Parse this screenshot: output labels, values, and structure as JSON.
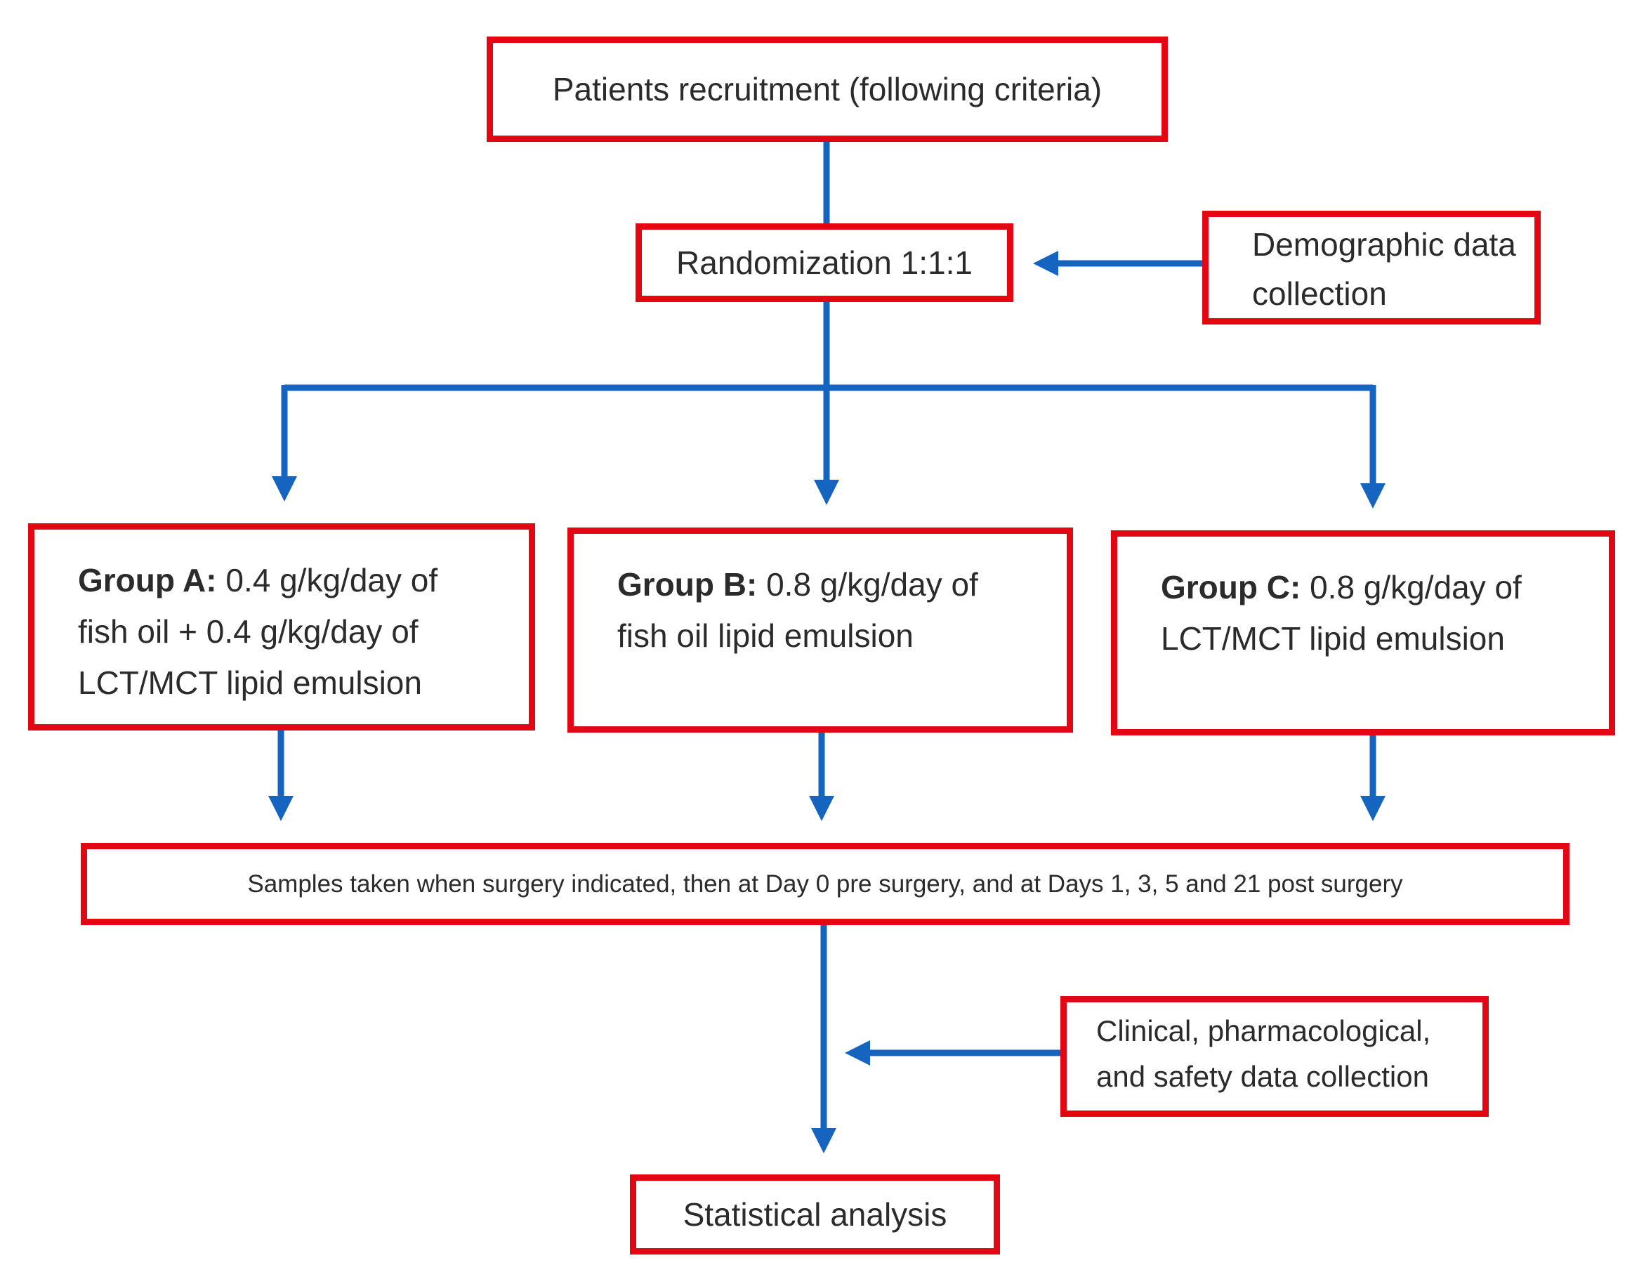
{
  "diagram": {
    "line_color": "#1565c0",
    "border_color": "#e30613",
    "nodes": {
      "recruitment": "Patients recruitment (following criteria)",
      "randomization": "Randomization 1:1:1",
      "demographic": {
        "line1": "Demographic data",
        "line2": "collection"
      },
      "group_a": {
        "label": "Group A:",
        "line1": " 0.4 g/kg/day of",
        "line2": "fish oil + 0.4 g/kg/day of",
        "line3": "LCT/MCT lipid emulsion"
      },
      "group_b": {
        "label": "Group B:",
        "line1": " 0.8 g/kg/day of",
        "line2": "fish oil lipid emulsion"
      },
      "group_c": {
        "label": "Group C:",
        "line1": " 0.8 g/kg/day of",
        "line2": "LCT/MCT lipid emulsion"
      },
      "samples": "Samples taken when surgery indicated, then at Day 0 pre surgery, and at Days 1, 3, 5 and 21 post surgery",
      "clinical": {
        "line1": "Clinical, pharmacological,",
        "line2": "and safety data collection"
      },
      "statistical": "Statistical analysis"
    }
  }
}
